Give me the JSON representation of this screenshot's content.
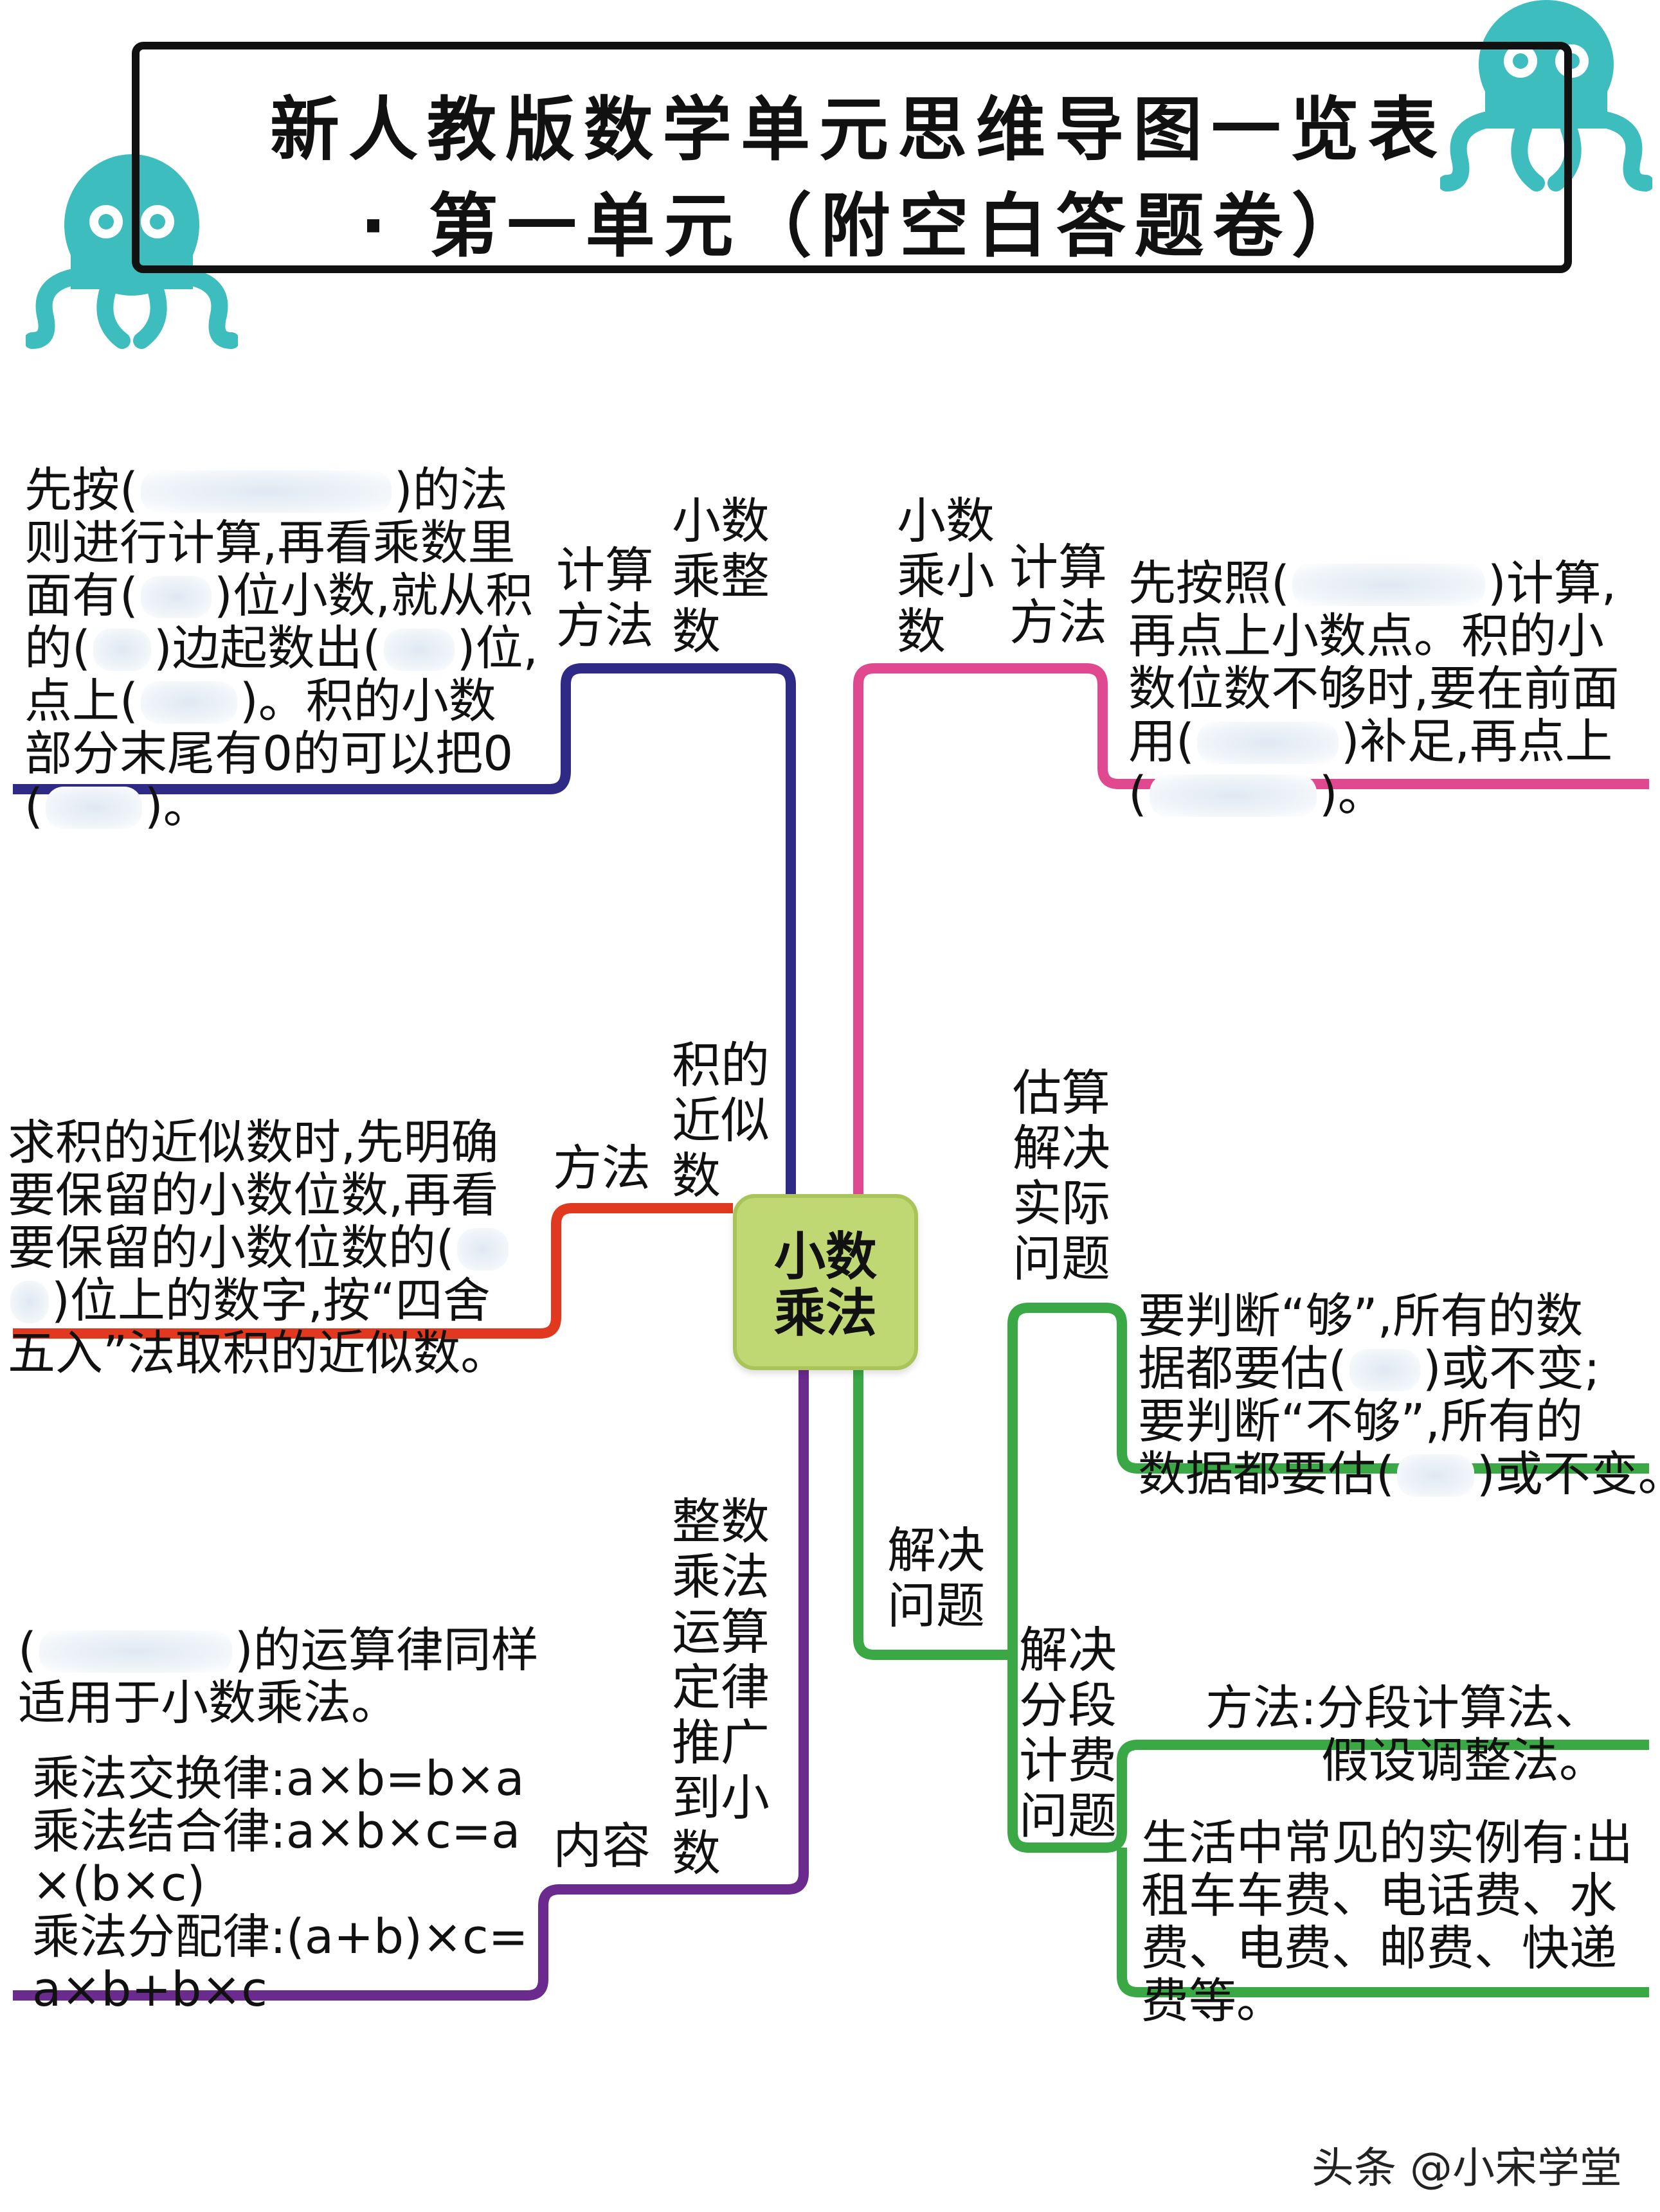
{
  "header": {
    "title_line1": "新人教版数学单元思维导图一览表",
    "title_line2": "· 第一单元（附空白答题卷）"
  },
  "center": {
    "label": "小数\n乘法"
  },
  "branches": {
    "decimal_times_integer": {
      "topic": "小数\n乘整\n数",
      "sub_label": "计算\n方法",
      "color": "#2f2a86",
      "text": {
        "l1a": "先按(",
        "l1b": ")的法",
        "l2": "则进行计算,再看乘数里",
        "l3a": "面有(",
        "l3b": ")位小数,就从积",
        "l4a": "的(",
        "l4b": ")边起数出(",
        "l4c": ")位,",
        "l5a": "点上(",
        "l5b": ")。积的小数",
        "l6": "部分末尾有0的可以把0",
        "l7a": "(",
        "l7b": ")。"
      }
    },
    "decimal_times_decimal": {
      "topic": "小数\n乘小\n数",
      "sub_label": "计算\n方法",
      "color": "#e0488f",
      "text": {
        "l1a": "先按照(",
        "l1b": ")计算,",
        "l2": "再点上小数点。积的小",
        "l3": "数位数不够时,要在前面",
        "l4a": "用(",
        "l4b": ")补足,再点上",
        "l5a": "(",
        "l5b": ")。"
      }
    },
    "approximation": {
      "topic": "积的\n近似\n数",
      "sub_label": "方法",
      "color": "#e0391f",
      "text": {
        "l1": "求积的近似数时,先明确",
        "l2": "要保留的小数位数,再看",
        "l3a": "要保留的小数位数的(",
        "l4a": ")位上的数字,按“四舍",
        "l5": "五入”法取积的近似数。"
      }
    },
    "laws": {
      "topic": "整数\n乘法\n运算\n定律\n推广\n到小\n数",
      "sub_label": "内容",
      "color": "#6a2a8e",
      "text": {
        "l1a": "(",
        "l1b": ")的运算律同样",
        "l2": "适用于小数乘法。",
        "l3": "乘法交换律:a×b=b×a",
        "l4": "乘法结合律:a×b×c=a",
        "l5": "×(b×c)",
        "l6": "乘法分配律:(a+b)×c=",
        "l7": "a×b+b×c"
      }
    },
    "solve_problems": {
      "topic": "解决\n问题",
      "color": "#3aa845",
      "estimate": {
        "label": "估算\n解决\n实际\n问题",
        "l1": "要判断“够”,所有的数",
        "l2a": "据都要估(",
        "l2b": ")或不变;",
        "l3": "要判断“不够”,所有的",
        "l4a": "数据都要估(",
        "l4b": ")或不变。"
      },
      "segment": {
        "label": "解决\n分段\n计费\n问题",
        "method_l1": "方法:分段计算法、",
        "method_l2": "假设调整法。",
        "l1": "生活中常见的实例有:出",
        "l2": "租车车费、电话费、水",
        "l3": "费、电费、邮费、快递",
        "l4": "费等。"
      }
    }
  },
  "decoration": {
    "octopus_color": "#3dbdbd",
    "octopus_icon": "octopus-icon"
  },
  "watermark": "头条 @小宋学堂"
}
